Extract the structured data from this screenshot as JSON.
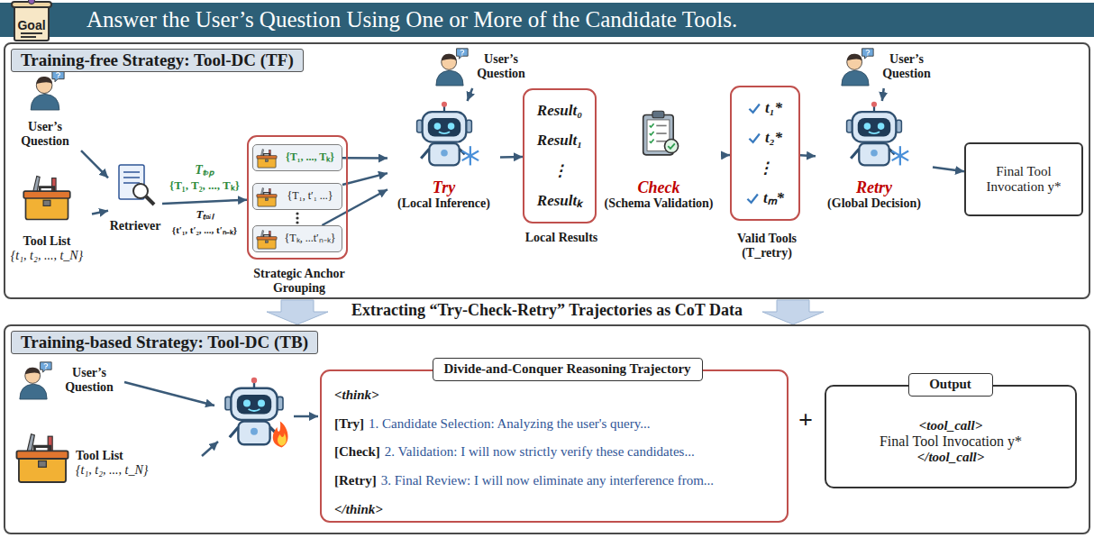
{
  "diagram": {
    "nodes": [
      {
        "text": [
          "Answer the User’s Question Using One or More of the Candidate Tools."
        ]
      },
      {
        "text": [
          "Goal"
        ],
        "in": 0
      },
      {
        "text": [
          "Training-free Strategy: Tool-DC (TF)"
        ]
      },
      {
        "text": [
          "User’s Question"
        ],
        "in": 2
      },
      {
        "text": [
          "Tool List",
          "{t₁, t₂, ..., t_N}"
        ],
        "in": 2
      },
      {
        "text": [
          "Retriever"
        ],
        "in": 2
      },
      {
        "text": [
          "Strategic Anchor Grouping"
        ],
        "in": 2
      },
      {
        "text": [
          "{T₁, ..., Tₖ}"
        ],
        "in": 6
      },
      {
        "text": [
          "{T₁, t′₁ ...}"
        ],
        "in": 6
      },
      {
        "text": [
          "{Tₖ, ...t′ₙ₋ₖ}"
        ],
        "in": 6
      },
      {
        "text": [
          "User’s Question"
        ],
        "in": 2
      },
      {
        "text": [
          "Try",
          "(Local Inference)"
        ],
        "in": 2
      },
      {
        "text": [
          "Result₀",
          "Result₁",
          "⋮",
          "Resultₖ",
          "Local Results"
        ],
        "in": 2
      },
      {
        "text": [
          "Check",
          "(Schema Validation)"
        ],
        "in": 2
      },
      {
        "text": [
          "t₁*",
          "t₂*",
          "⋮",
          "tₘ*",
          "Valid Tools (T_retry)"
        ],
        "in": 2
      },
      {
        "text": [
          "User’s Question"
        ],
        "in": 2
      },
      {
        "text": [
          "Retry",
          "(Global Decision)"
        ],
        "in": 2
      },
      {
        "text": [
          "Final Tool Invocation y*"
        ],
        "in": 2
      },
      {
        "text": [
          "Training-based Strategy: Tool-DC (TB)"
        ]
      },
      {
        "text": [
          "User’s Question"
        ],
        "in": 18
      },
      {
        "text": [
          "Tool List",
          "{t₁, t₂, ..., t_N}"
        ],
        "in": 18
      },
      {
        "text": [
          "<think>",
          "[Try]",
          "1. Candidate Selection: Analyzing the user's query...",
          "[Check]",
          "2. Validation: I will now strictly verify these candidates...",
          "[Retry]",
          "3. Final Review: I will now eliminate any interference from...",
          "</think>"
        ],
        "in": 18
      },
      {
        "text": [
          "Divide-and-Conquer Reasoning Trajectory"
        ],
        "in": 21
      },
      {
        "text": [
          "<tool_call>",
          "Final Tool Invocation y*",
          "</tool_call>"
        ],
        "in": 18
      },
      {
        "text": [
          "Output"
        ],
        "in": 23
      }
    ],
    "edges": [
      {
        "from": 3,
        "to": 5,
        "arrow": "to"
      },
      {
        "from": 4,
        "to": 5,
        "arrow": "to"
      },
      {
        "from": 5,
        "to": 6,
        "arrow": "to"
      },
      {
        "from": 7,
        "to": 11,
        "arrow": "to"
      },
      {
        "from": 8,
        "to": 11,
        "arrow": "to"
      },
      {
        "from": 9,
        "to": 11,
        "arrow": "to"
      },
      {
        "from": 10,
        "to": 11,
        "arrow": "to"
      },
      {
        "from": 11,
        "to": 12,
        "arrow": "to"
      },
      {
        "from": 12,
        "to": 13,
        "arrow": "to"
      },
      {
        "from": 13,
        "to": 14,
        "arrow": "to"
      },
      {
        "from": 14,
        "to": 16,
        "arrow": "to"
      },
      {
        "from": 15,
        "to": 16,
        "arrow": "to"
      },
      {
        "from": 16,
        "to": 17,
        "arrow": "to"
      }
    ],
    "labels": [
      "Tₜₒₚ",
      "{T₁, T₂, ..., Tₖ}",
      "Tₜₐᵢₗ",
      "{t′₁, t′₂, ..., t′ₙ₋ₖ}",
      "Extracting “Try-Check-Retry” Trajectories as CoT Data",
      "+"
    ]
  }
}
